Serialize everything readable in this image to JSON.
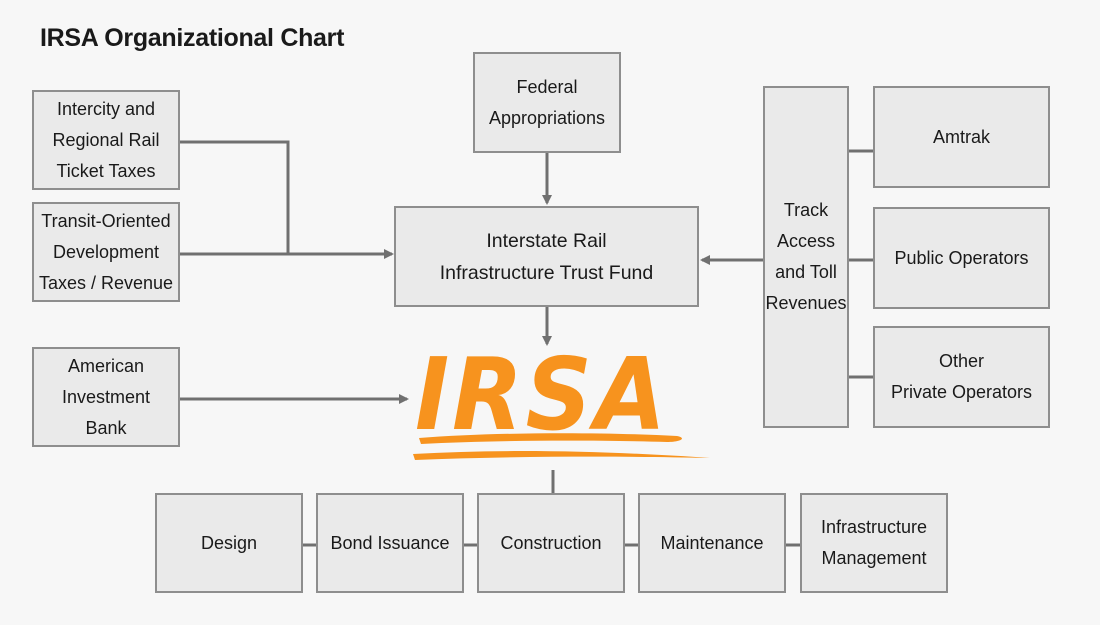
{
  "title": "IRSA Organizational Chart",
  "nodes": {
    "intercity": "Intercity and\nRegional Rail\nTicket Taxes",
    "transit": "Transit-Oriented\nDevelopment\nTaxes / Revenue",
    "federal": "Federal\nAppropriations",
    "trust_fund": "Interstate Rail\nInfrastructure Trust Fund",
    "track_access": "Track\nAccess\nand Toll\nRevenues",
    "amtrak": "Amtrak",
    "public_operators": "Public Operators",
    "other_private": "Other\nPrivate Operators",
    "american_investment": "American\nInvestment\nBank",
    "design": "Design",
    "bond_issuance": "Bond Issuance",
    "construction": "Construction",
    "maintenance": "Maintenance",
    "infrastructure_mgmt": "Infrastructure\nManagement"
  },
  "logo": {
    "text": "IRSA",
    "color": "#f7931e"
  },
  "colors": {
    "box_fill": "#eaeaea",
    "box_border": "#8e8e8e",
    "connector": "#707070"
  }
}
